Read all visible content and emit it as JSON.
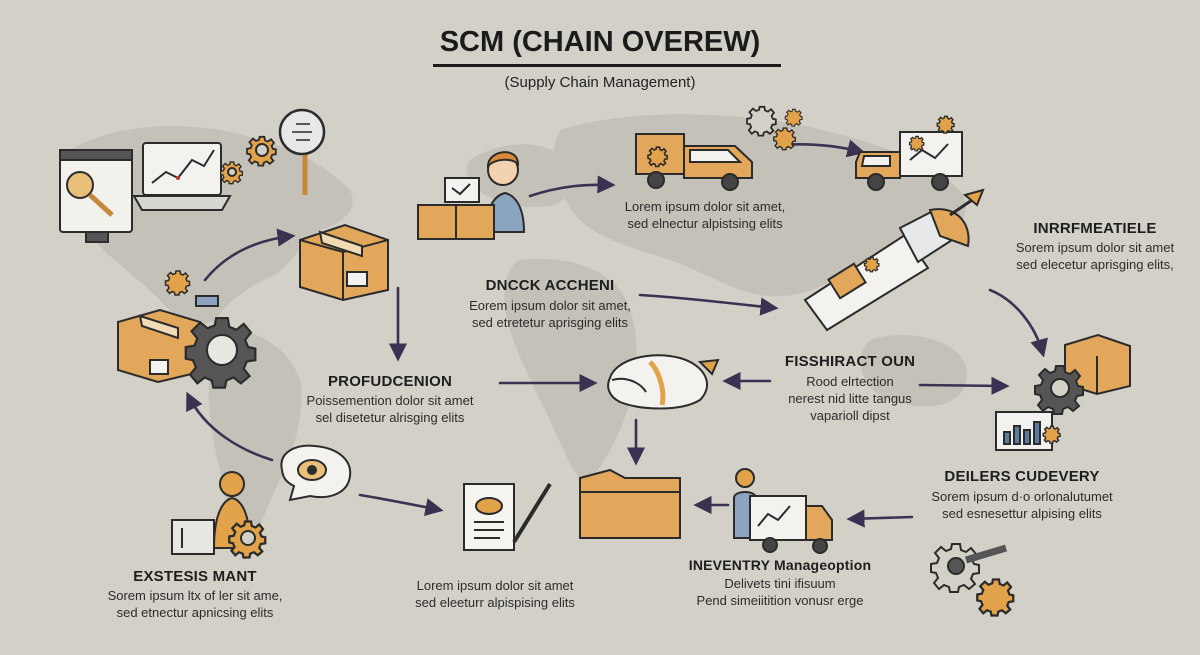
{
  "title": "SCM (CHAIN OVEREW)",
  "subtitle": "(Supply Chain Management)",
  "colors": {
    "background": "#d3d0c8",
    "map": "#c4c1b9",
    "box": "#e2a75b",
    "box_dark": "#c7883b",
    "gear": "#e1a249",
    "gear_dark": "#555555",
    "arrow": "#3a3253",
    "ink": "#2b2b2b"
  },
  "steps": {
    "transport_top": {
      "body_1": "Lorem ipsum dolor sit amet,",
      "body_2": "sed elnectur alpistsing elits"
    },
    "information": {
      "heading": "INRRFMEATIELE",
      "body_1": "Sorem ipsum dolor sit amet",
      "body_2": "sed elecetur aprisging elits,"
    },
    "stock": {
      "heading": "DNCCK ACCHENI",
      "body_1": "Eorem ipsum dolor sit amet,",
      "body_2": "sed etretetur aprisging elits"
    },
    "production": {
      "heading": "PROFUDCENION",
      "body_1": "Poissemention dolor sit amet",
      "body_2": "sel disetetur alrisging elits"
    },
    "distribution": {
      "heading": "FISSHIRACT OUN",
      "body_1": "Rood elrtection",
      "body_2": "nerest nid litte tangus",
      "body_3": "vaparioll dipst"
    },
    "delivery": {
      "heading": "DEILERS CUDEVERY",
      "body_1": "Sorem ipsum d·o orlonalutumet",
      "body_2": "sed esnesettur alpising elits"
    },
    "inventory": {
      "heading": "INEVENTRY Manageoption",
      "body_1": "Delivets tini ifisuum",
      "body_2": "Pend simeiitition vonusr erge"
    },
    "orders": {
      "body_1": "Lorem ipsum dolor sit amet",
      "body_2": "sed eleeturr alpispising elits"
    },
    "customer": {
      "heading": "EXSTESIS MANT",
      "body_1": "Sorem ipsum ltx of ler sit ame,",
      "body_2": "sed etnectur apnicsing elits"
    }
  }
}
